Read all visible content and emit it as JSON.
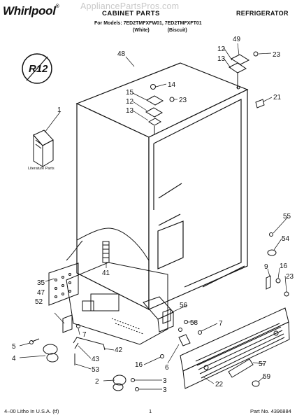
{
  "header": {
    "brand": "Whirlpool",
    "brand_mark": "®",
    "watermark": "AppliancePartsPros.com",
    "section_title": "CABINET PARTS",
    "appliance_type": "REFRIGERATOR",
    "models_line": "For Models: 7ED2TMFXFW01, 7ED2TMFXFT01",
    "color_white": "(White)",
    "color_biscuit": "(Biscuit)"
  },
  "badge": {
    "text": "R12",
    "icon": "r12-refrigerant-badge-icon"
  },
  "literature_label": "Literature Parts",
  "callouts": [
    "49",
    "12",
    "13",
    "23",
    "48",
    "14",
    "15",
    "12",
    "23",
    "13",
    "21",
    "1",
    "55",
    "54",
    "9",
    "16",
    "23",
    "41",
    "35",
    "47",
    "56",
    "52",
    "7",
    "58",
    "7",
    "5",
    "42",
    "4",
    "43",
    "16",
    "6",
    "53",
    "57",
    "2",
    "3",
    "3",
    "59",
    "22"
  ],
  "footer": {
    "left": "4–00 Litho In U.S.A. (tf)",
    "page": "1",
    "right": "Part No. 4396884"
  }
}
